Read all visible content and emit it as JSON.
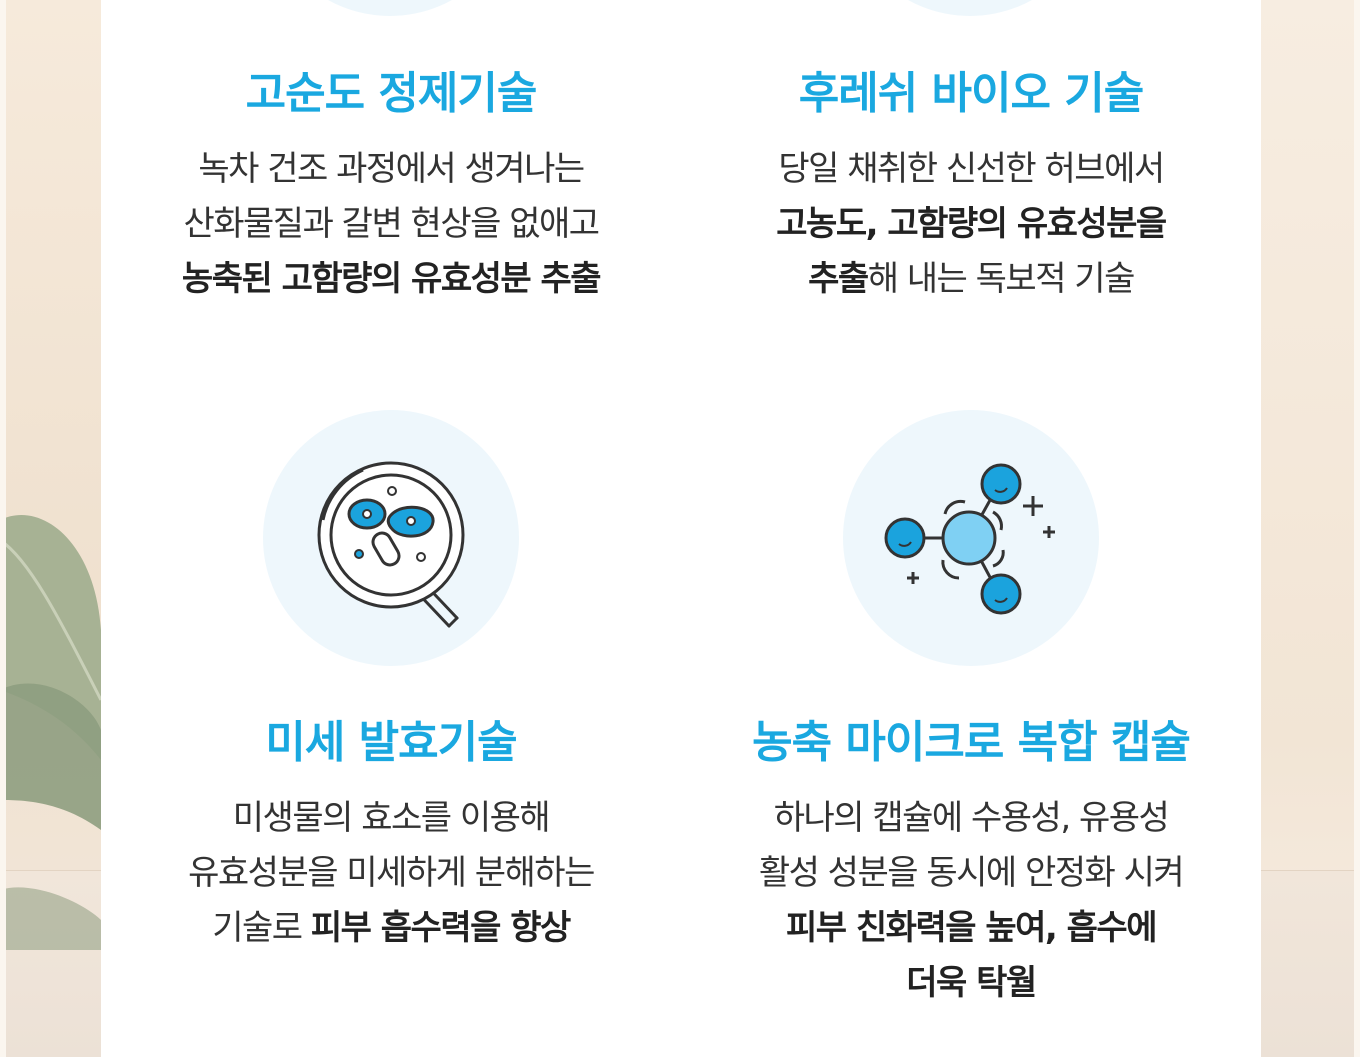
{
  "features": [
    {
      "title": "고순도 정제기술",
      "desc": {
        "line1": "녹차 건조 과정에서 생겨나는",
        "line2": "산화물질과 갈변 현상을 없애고",
        "line3_bold": "농축된 고함량의 유효성분 추출"
      }
    },
    {
      "title": "후레쉬 바이오 기술",
      "desc": {
        "line1": "당일 채취한 신선한 허브에서",
        "line2_bold": "고농도, 고함량의 유효성분을",
        "line3_bold": "추출",
        "line3_rest": "해 내는 독보적 기술"
      }
    },
    {
      "title": "미세 발효기술",
      "icon": "magnifier-microbe-icon",
      "desc": {
        "line1": "미생물의 효소를 이용해",
        "line2": "유효성분을 미세하게 분해하는",
        "line3_plain": "기술로 ",
        "line3_bold": "피부 흡수력을 향상"
      }
    },
    {
      "title": "농축 마이크로 복합 캡슐",
      "icon": "molecule-capsule-icon",
      "desc": {
        "line1": "하나의 캡슐에 수용성, 유용성",
        "line2": "활성 성분을 동시에 안정화 시켜",
        "line3_bold": "피부 친화력을 높여, 흡수에",
        "line4_bold": "더욱 탁월"
      }
    }
  ],
  "colors": {
    "accent": "#1aa8e0",
    "icon_blue": "#1ba3dd",
    "icon_light_blue": "#7fd0f3",
    "icon_bg": "#eef7fc",
    "text": "#333333",
    "background": "#f6ebde"
  }
}
